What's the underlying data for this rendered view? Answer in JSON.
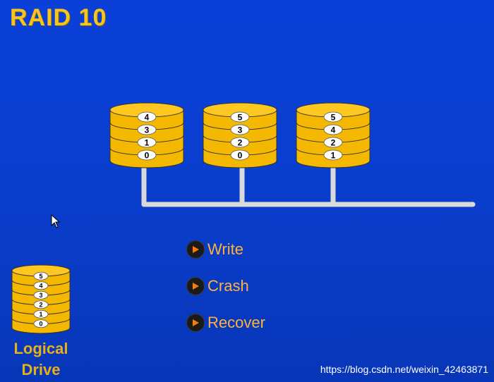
{
  "title": "RAID 10",
  "disks": [
    {
      "labels": [
        "4",
        "3",
        "1",
        "0"
      ]
    },
    {
      "labels": [
        "5",
        "3",
        "2",
        "0"
      ]
    },
    {
      "labels": [
        "5",
        "4",
        "2",
        "1"
      ]
    }
  ],
  "logical_drive": {
    "label_line1": "Logical",
    "label_line2": "Drive",
    "labels": [
      "5",
      "4",
      "3",
      "2",
      "1",
      "0"
    ]
  },
  "controls": [
    {
      "label": "Write"
    },
    {
      "label": "Crash"
    },
    {
      "label": "Recover"
    }
  ],
  "watermark": "https://blog.csdn.net/weixin_42463871",
  "colors": {
    "background": "#0a3fd0",
    "disk_gold": "#f5b800",
    "title_gold": "#f7c51e",
    "connector": "#d9d9d9",
    "control_text": "#ffb23a",
    "play_icon": "#ff7a00"
  }
}
